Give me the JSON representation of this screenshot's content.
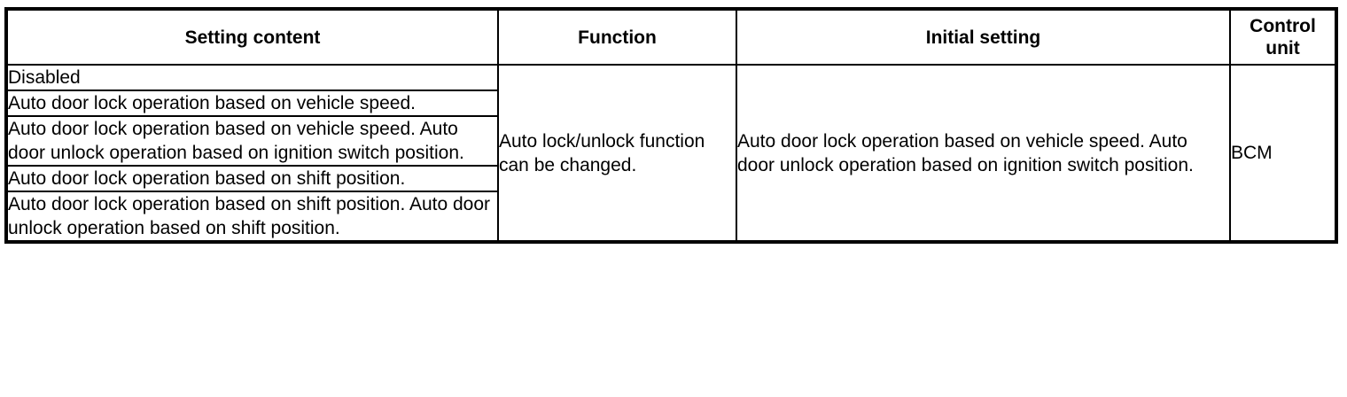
{
  "table": {
    "columns": [
      {
        "key": "setting_content",
        "label": "Setting content"
      },
      {
        "key": "function",
        "label": "Function"
      },
      {
        "key": "initial_setting",
        "label": "Initial setting"
      },
      {
        "key": "control_unit",
        "label": "Control\nunit"
      }
    ],
    "setting_rows": [
      {
        "text": "Disabled"
      },
      {
        "text": "Auto door lock operation based on vehicle speed."
      },
      {
        "text": "Auto door lock operation based on vehicle speed. Auto door unlock operation based on ignition switch position."
      },
      {
        "text": "Auto door lock operation based on shift position."
      },
      {
        "text": "Auto door lock operation based on shift position. Auto door unlock operation based on shift position."
      }
    ],
    "function_cell": "Auto lock/unlock function can be changed.",
    "initial_setting_cell": "Auto door lock operation based on vehicle speed. Auto door unlock operation based on ignition switch position.",
    "control_unit_cell": "BCM"
  },
  "colors": {
    "border": "#000000",
    "background": "#ffffff",
    "text": "#000000"
  }
}
